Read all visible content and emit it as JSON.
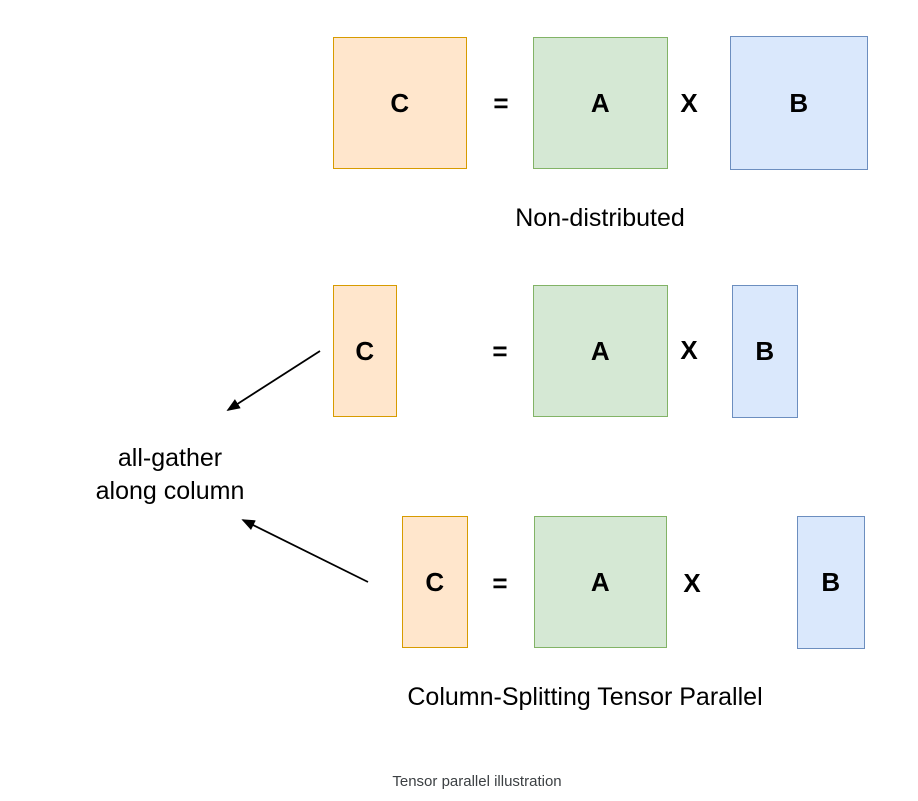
{
  "diagram": {
    "rows": [
      {
        "name": "non-distributed",
        "label": "Non-distributed",
        "matrices": {
          "c": "C",
          "a": "A",
          "b": "B"
        },
        "operators": {
          "equals": "=",
          "multiply": "X"
        }
      },
      {
        "name": "column-split-result",
        "matrices": {
          "c": "C",
          "a": "A",
          "b": "B"
        },
        "operators": {
          "equals": "=",
          "multiply": "X"
        }
      },
      {
        "name": "column-splitting-tensor-parallel",
        "label": "Column-Splitting Tensor Parallel",
        "matrices": {
          "c": "C",
          "a": "A",
          "b": "B"
        },
        "operators": {
          "equals": "=",
          "multiply": "X"
        }
      }
    ],
    "annotation": {
      "line1": "all-gather",
      "line2": "along column"
    },
    "caption": "Tensor parallel illustration",
    "colors": {
      "matrix_c_fill": "#FFE6CC",
      "matrix_c_stroke": "#D79B00",
      "matrix_a_fill": "#D5E8D4",
      "matrix_a_stroke": "#82B366",
      "matrix_b_fill": "#DAE8FC",
      "matrix_b_stroke": "#6C8EBF",
      "arrow": "#000000",
      "text": "#000000",
      "caption_text": "#3C4043"
    }
  }
}
